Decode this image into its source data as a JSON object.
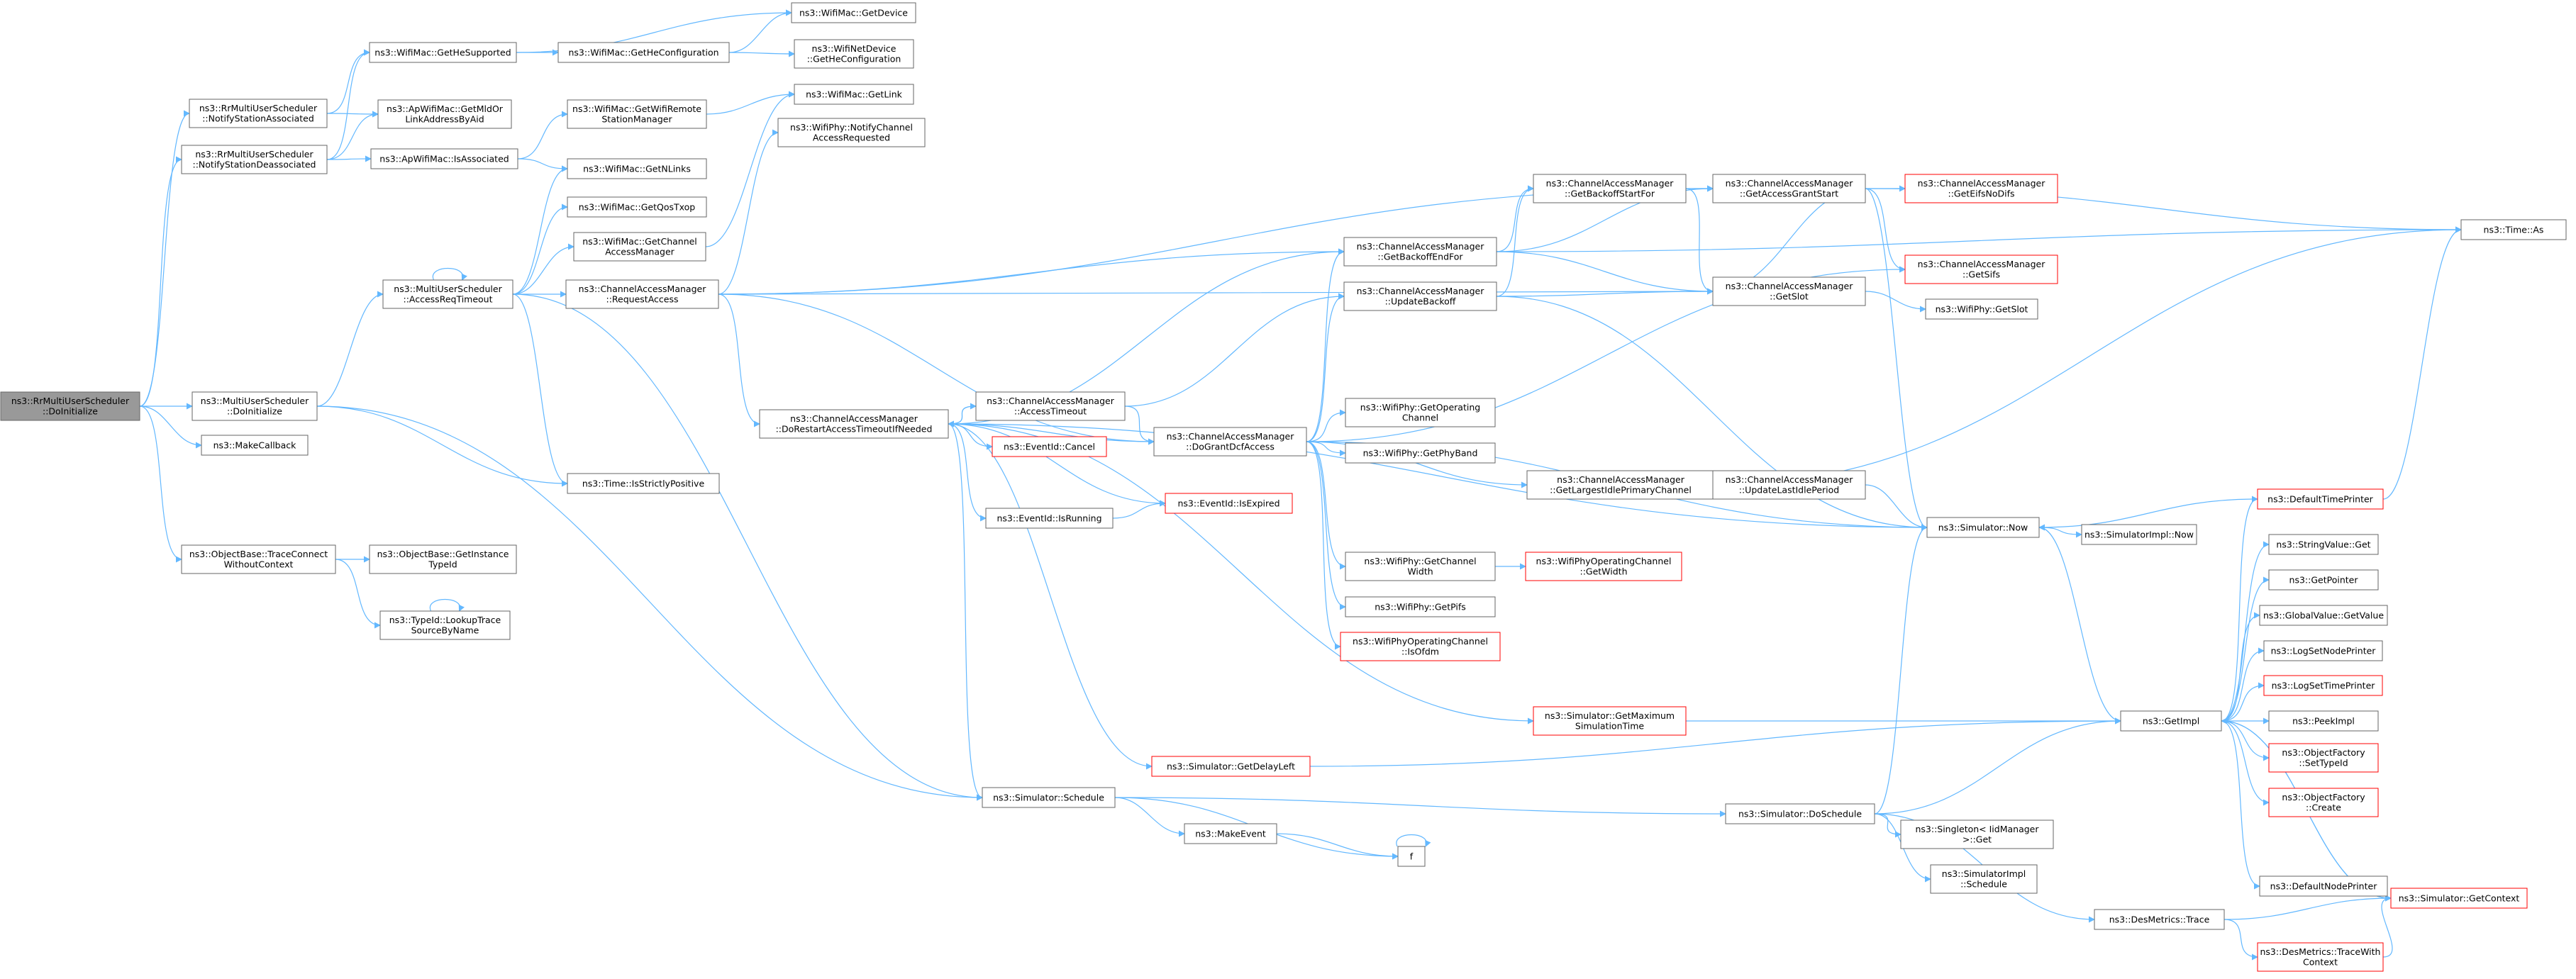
{
  "colors": {
    "edge": "#63b8ff",
    "box_border": "#666666",
    "box_border_truncated": "#ff0000",
    "box_fill": "#ffffff",
    "root_fill": "#999999"
  },
  "nodes": [
    {
      "id": "root",
      "lines": [
        "ns3::RrMultiUserScheduler",
        "::DoInitialize"
      ],
      "kind": "root"
    },
    {
      "id": "rr_notify_assoc",
      "lines": [
        "ns3::RrMultiUserScheduler",
        "::NotifyStationAssociated"
      ],
      "kind": "normal"
    },
    {
      "id": "rr_notify_deassoc",
      "lines": [
        "ns3::RrMultiUserScheduler",
        "::NotifyStationDeassociated"
      ],
      "kind": "normal"
    },
    {
      "id": "mus_doinit",
      "lines": [
        "ns3::MultiUserScheduler",
        "::DoInitialize"
      ],
      "kind": "normal"
    },
    {
      "id": "make_callback",
      "lines": [
        "ns3::MakeCallback"
      ],
      "kind": "normal"
    },
    {
      "id": "trace_connect",
      "lines": [
        "ns3::ObjectBase::TraceConnect",
        "WithoutContext"
      ],
      "kind": "normal"
    },
    {
      "id": "get_he_supported",
      "lines": [
        "ns3::WifiMac::GetHeSupported"
      ],
      "kind": "normal"
    },
    {
      "id": "get_mld_or_link",
      "lines": [
        "ns3::ApWifiMac::GetMldOr",
        "LinkAddressByAid"
      ],
      "kind": "normal"
    },
    {
      "id": "is_associated",
      "lines": [
        "ns3::ApWifiMac::IsAssociated"
      ],
      "kind": "normal"
    },
    {
      "id": "access_req_timeout",
      "lines": [
        "ns3::MultiUserScheduler",
        "::AccessReqTimeout"
      ],
      "kind": "normal"
    },
    {
      "id": "get_instance_typeid",
      "lines": [
        "ns3::ObjectBase::GetInstance",
        "TypeId"
      ],
      "kind": "normal"
    },
    {
      "id": "lookup_trace",
      "lines": [
        "ns3::TypeId::LookupTrace",
        "SourceByName"
      ],
      "kind": "normal"
    },
    {
      "id": "get_he_config",
      "lines": [
        "ns3::WifiMac::GetHeConfiguration"
      ],
      "kind": "normal"
    },
    {
      "id": "get_wifi_remote",
      "lines": [
        "ns3::WifiMac::GetWifiRemote",
        "StationManager"
      ],
      "kind": "normal"
    },
    {
      "id": "get_nlinks",
      "lines": [
        "ns3::WifiMac::GetNLinks"
      ],
      "kind": "normal"
    },
    {
      "id": "get_qos_txop",
      "lines": [
        "ns3::WifiMac::GetQosTxop"
      ],
      "kind": "normal"
    },
    {
      "id": "get_cam",
      "lines": [
        "ns3::WifiMac::GetChannel",
        "AccessManager"
      ],
      "kind": "normal"
    },
    {
      "id": "request_access",
      "lines": [
        "ns3::ChannelAccessManager",
        "::RequestAccess"
      ],
      "kind": "normal"
    },
    {
      "id": "is_strictly_positive",
      "lines": [
        "ns3::Time::IsStrictlyPositive"
      ],
      "kind": "normal"
    },
    {
      "id": "get_device",
      "lines": [
        "ns3::WifiMac::GetDevice"
      ],
      "kind": "normal"
    },
    {
      "id": "wnd_get_he_config",
      "lines": [
        "ns3::WifiNetDevice",
        "::GetHeConfiguration"
      ],
      "kind": "normal"
    },
    {
      "id": "get_link",
      "lines": [
        "ns3::WifiMac::GetLink"
      ],
      "kind": "normal"
    },
    {
      "id": "notify_car",
      "lines": [
        "ns3::WifiPhy::NotifyChannel",
        "AccessRequested"
      ],
      "kind": "normal"
    },
    {
      "id": "do_restart",
      "lines": [
        "ns3::ChannelAccessManager",
        "::DoRestartAccessTimeoutIfNeeded"
      ],
      "kind": "normal"
    },
    {
      "id": "access_timeout",
      "lines": [
        "ns3::ChannelAccessManager",
        "::AccessTimeout"
      ],
      "kind": "normal"
    },
    {
      "id": "eventid_cancel",
      "lines": [
        "ns3::EventId::Cancel"
      ],
      "kind": "truncated"
    },
    {
      "id": "eventid_is_running",
      "lines": [
        "ns3::EventId::IsRunning"
      ],
      "kind": "normal"
    },
    {
      "id": "eventid_is_expired",
      "lines": [
        "ns3::EventId::IsExpired"
      ],
      "kind": "truncated"
    },
    {
      "id": "do_grant",
      "lines": [
        "ns3::ChannelAccessManager",
        "::DoGrantDcfAccess"
      ],
      "kind": "normal"
    },
    {
      "id": "get_backoff_end",
      "lines": [
        "ns3::ChannelAccessManager",
        "::GetBackoffEndFor"
      ],
      "kind": "normal"
    },
    {
      "id": "update_backoff",
      "lines": [
        "ns3::ChannelAccessManager",
        "::UpdateBackoff"
      ],
      "kind": "normal"
    },
    {
      "id": "get_operating_channel",
      "lines": [
        "ns3::WifiPhy::GetOperating",
        "Channel"
      ],
      "kind": "normal"
    },
    {
      "id": "get_phy_band",
      "lines": [
        "ns3::WifiPhy::GetPhyBand"
      ],
      "kind": "normal"
    },
    {
      "id": "get_largest_idle",
      "lines": [
        "ns3::ChannelAccessManager",
        "::GetLargestIdlePrimaryChannel"
      ],
      "kind": "normal"
    },
    {
      "id": "get_channel_width",
      "lines": [
        "ns3::WifiPhy::GetChannel",
        "Width"
      ],
      "kind": "normal"
    },
    {
      "id": "get_pifs",
      "lines": [
        "ns3::WifiPhy::GetPifs"
      ],
      "kind": "normal"
    },
    {
      "id": "is_ofdm",
      "lines": [
        "ns3::WifiPhyOperatingChannel",
        "::IsOfdm"
      ],
      "kind": "truncated"
    },
    {
      "id": "get_width",
      "lines": [
        "ns3::WifiPhyOperatingChannel",
        "::GetWidth"
      ],
      "kind": "truncated"
    },
    {
      "id": "get_backoff_start",
      "lines": [
        "ns3::ChannelAccessManager",
        "::GetBackoffStartFor"
      ],
      "kind": "normal"
    },
    {
      "id": "get_access_grant",
      "lines": [
        "ns3::ChannelAccessManager",
        "::GetAccessGrantStart"
      ],
      "kind": "normal"
    },
    {
      "id": "get_eifs",
      "lines": [
        "ns3::ChannelAccessManager",
        "::GetEifsNoDifs"
      ],
      "kind": "truncated"
    },
    {
      "id": "get_sifs",
      "lines": [
        "ns3::ChannelAccessManager",
        "::GetSifs"
      ],
      "kind": "truncated"
    },
    {
      "id": "get_slot",
      "lines": [
        "ns3::ChannelAccessManager",
        "::GetSlot"
      ],
      "kind": "normal"
    },
    {
      "id": "phy_get_slot",
      "lines": [
        "ns3::WifiPhy::GetSlot"
      ],
      "kind": "normal"
    },
    {
      "id": "update_last_idle",
      "lines": [
        "ns3::ChannelAccessManager",
        "::UpdateLastIdlePeriod"
      ],
      "kind": "normal"
    },
    {
      "id": "time_as",
      "lines": [
        "ns3::Time::As"
      ],
      "kind": "normal"
    },
    {
      "id": "sim_now",
      "lines": [
        "ns3::Simulator::Now"
      ],
      "kind": "normal"
    },
    {
      "id": "simimpl_now",
      "lines": [
        "ns3::SimulatorImpl::Now"
      ],
      "kind": "normal"
    },
    {
      "id": "default_time_printer",
      "lines": [
        "ns3::DefaultTimePrinter"
      ],
      "kind": "truncated"
    },
    {
      "id": "sim_get_max",
      "lines": [
        "ns3::Simulator::GetMaximum",
        "SimulationTime"
      ],
      "kind": "truncated"
    },
    {
      "id": "sim_get_delay_left",
      "lines": [
        "ns3::Simulator::GetDelayLeft"
      ],
      "kind": "truncated"
    },
    {
      "id": "sim_schedule",
      "lines": [
        "ns3::Simulator::Schedule"
      ],
      "kind": "normal"
    },
    {
      "id": "make_event",
      "lines": [
        "ns3::MakeEvent"
      ],
      "kind": "normal"
    },
    {
      "id": "f",
      "lines": [
        "f"
      ],
      "kind": "normal"
    },
    {
      "id": "sim_do_schedule",
      "lines": [
        "ns3::Simulator::DoSchedule"
      ],
      "kind": "normal"
    },
    {
      "id": "singleton_get",
      "lines": [
        "ns3::Singleton< IidManager",
        "  >::Get"
      ],
      "kind": "normal"
    },
    {
      "id": "simimpl_schedule",
      "lines": [
        "ns3::SimulatorImpl",
        "::Schedule"
      ],
      "kind": "normal"
    },
    {
      "id": "des_trace",
      "lines": [
        "ns3::DesMetrics::Trace"
      ],
      "kind": "normal"
    },
    {
      "id": "des_trace_ctx",
      "lines": [
        "ns3::DesMetrics::TraceWith",
        "Context"
      ],
      "kind": "truncated"
    },
    {
      "id": "get_impl",
      "lines": [
        "ns3::GetImpl"
      ],
      "kind": "normal"
    },
    {
      "id": "string_value_get",
      "lines": [
        "ns3::StringValue::Get"
      ],
      "kind": "normal"
    },
    {
      "id": "get_pointer",
      "lines": [
        "ns3::GetPointer"
      ],
      "kind": "normal"
    },
    {
      "id": "global_value_get",
      "lines": [
        "ns3::GlobalValue::GetValue"
      ],
      "kind": "normal"
    },
    {
      "id": "log_set_node",
      "lines": [
        "ns3::LogSetNodePrinter"
      ],
      "kind": "normal"
    },
    {
      "id": "log_set_time",
      "lines": [
        "ns3::LogSetTimePrinter"
      ],
      "kind": "truncated"
    },
    {
      "id": "peek_impl",
      "lines": [
        "ns3::PeekImpl"
      ],
      "kind": "normal"
    },
    {
      "id": "of_set_typeid",
      "lines": [
        "ns3::ObjectFactory",
        "::SetTypeId"
      ],
      "kind": "truncated"
    },
    {
      "id": "of_create",
      "lines": [
        "ns3::ObjectFactory",
        "::Create"
      ],
      "kind": "truncated"
    },
    {
      "id": "default_node_printer",
      "lines": [
        "ns3::DefaultNodePrinter"
      ],
      "kind": "normal"
    },
    {
      "id": "sim_get_context",
      "lines": [
        "ns3::Simulator::GetContext"
      ],
      "kind": "truncated"
    }
  ],
  "edges": [
    [
      "root",
      "rr_notify_assoc"
    ],
    [
      "root",
      "rr_notify_deassoc"
    ],
    [
      "root",
      "mus_doinit"
    ],
    [
      "root",
      "make_callback"
    ],
    [
      "root",
      "trace_connect"
    ],
    [
      "rr_notify_assoc",
      "get_he_supported"
    ],
    [
      "rr_notify_assoc",
      "get_mld_or_link"
    ],
    [
      "rr_notify_deassoc",
      "get_he_supported"
    ],
    [
      "rr_notify_deassoc",
      "get_mld_or_link"
    ],
    [
      "rr_notify_deassoc",
      "is_associated"
    ],
    [
      "get_he_supported",
      "get_he_config"
    ],
    [
      "get_he_supported",
      "get_device"
    ],
    [
      "get_he_config",
      "get_device"
    ],
    [
      "get_he_config",
      "wnd_get_he_config"
    ],
    [
      "is_associated",
      "get_wifi_remote"
    ],
    [
      "is_associated",
      "get_nlinks"
    ],
    [
      "get_wifi_remote",
      "get_link"
    ],
    [
      "mus_doinit",
      "access_req_timeout"
    ],
    [
      "mus_doinit",
      "is_strictly_positive"
    ],
    [
      "mus_doinit",
      "sim_schedule"
    ],
    [
      "access_req_timeout",
      "access_req_timeout"
    ],
    [
      "access_req_timeout",
      "get_nlinks"
    ],
    [
      "access_req_timeout",
      "get_qos_txop"
    ],
    [
      "access_req_timeout",
      "get_cam"
    ],
    [
      "access_req_timeout",
      "request_access"
    ],
    [
      "access_req_timeout",
      "is_strictly_positive"
    ],
    [
      "access_req_timeout",
      "sim_schedule"
    ],
    [
      "get_cam",
      "get_link"
    ],
    [
      "request_access",
      "notify_car"
    ],
    [
      "request_access",
      "do_restart"
    ],
    [
      "request_access",
      "do_grant"
    ],
    [
      "request_access",
      "get_backoff_end"
    ],
    [
      "request_access",
      "get_slot"
    ],
    [
      "request_access",
      "get_access_grant"
    ],
    [
      "trace_connect",
      "get_instance_typeid"
    ],
    [
      "trace_connect",
      "lookup_trace"
    ],
    [
      "lookup_trace",
      "lookup_trace"
    ],
    [
      "do_restart",
      "access_timeout"
    ],
    [
      "do_restart",
      "eventid_cancel"
    ],
    [
      "do_restart",
      "eventid_is_running"
    ],
    [
      "do_restart",
      "eventid_is_expired"
    ],
    [
      "do_restart",
      "get_backoff_end"
    ],
    [
      "do_restart",
      "sim_now"
    ],
    [
      "do_restart",
      "sim_get_max"
    ],
    [
      "do_restart",
      "sim_get_delay_left"
    ],
    [
      "do_restart",
      "sim_schedule"
    ],
    [
      "access_timeout",
      "do_restart"
    ],
    [
      "access_timeout",
      "do_grant"
    ],
    [
      "access_timeout",
      "update_backoff"
    ],
    [
      "eventid_is_running",
      "eventid_is_expired"
    ],
    [
      "do_grant",
      "get_backoff_end"
    ],
    [
      "do_grant",
      "update_backoff"
    ],
    [
      "do_grant",
      "get_operating_channel"
    ],
    [
      "do_grant",
      "get_phy_band"
    ],
    [
      "do_grant",
      "get_largest_idle"
    ],
    [
      "do_grant",
      "get_channel_width"
    ],
    [
      "do_grant",
      "get_pifs"
    ],
    [
      "do_grant",
      "is_ofdm"
    ],
    [
      "do_grant",
      "get_sifs"
    ],
    [
      "do_grant",
      "sim_now"
    ],
    [
      "do_grant",
      "do_restart"
    ],
    [
      "get_channel_width",
      "get_width"
    ],
    [
      "get_backoff_end",
      "get_backoff_start"
    ],
    [
      "get_backoff_end",
      "get_access_grant"
    ],
    [
      "get_backoff_end",
      "get_slot"
    ],
    [
      "get_backoff_end",
      "time_as"
    ],
    [
      "update_backoff",
      "get_backoff_start"
    ],
    [
      "update_backoff",
      "get_slot"
    ],
    [
      "update_backoff",
      "sim_now"
    ],
    [
      "get_backoff_start",
      "get_access_grant"
    ],
    [
      "get_backoff_start",
      "get_slot"
    ],
    [
      "get_access_grant",
      "get_eifs"
    ],
    [
      "get_access_grant",
      "get_sifs"
    ],
    [
      "get_access_grant",
      "get_slot"
    ],
    [
      "get_access_grant",
      "time_as"
    ],
    [
      "get_access_grant",
      "sim_now"
    ],
    [
      "get_slot",
      "phy_get_slot"
    ],
    [
      "get_largest_idle",
      "update_last_idle"
    ],
    [
      "get_largest_idle",
      "time_as"
    ],
    [
      "update_last_idle",
      "sim_now"
    ],
    [
      "sim_now",
      "get_impl"
    ],
    [
      "sim_now",
      "simimpl_now"
    ],
    [
      "default_time_printer",
      "sim_now"
    ],
    [
      "default_time_printer",
      "time_as"
    ],
    [
      "sim_get_max",
      "get_impl"
    ],
    [
      "sim_get_delay_left",
      "get_impl"
    ],
    [
      "sim_schedule",
      "make_event"
    ],
    [
      "sim_schedule",
      "f"
    ],
    [
      "sim_schedule",
      "sim_do_schedule"
    ],
    [
      "make_event",
      "f"
    ],
    [
      "f",
      "f"
    ],
    [
      "sim_do_schedule",
      "sim_now"
    ],
    [
      "sim_do_schedule",
      "get_impl"
    ],
    [
      "sim_do_schedule",
      "singleton_get"
    ],
    [
      "sim_do_schedule",
      "simimpl_schedule"
    ],
    [
      "sim_do_schedule",
      "des_trace"
    ],
    [
      "des_trace",
      "des_trace_ctx"
    ],
    [
      "des_trace",
      "sim_get_context"
    ],
    [
      "des_trace_ctx",
      "sim_get_context"
    ],
    [
      "get_impl",
      "default_time_printer"
    ],
    [
      "get_impl",
      "string_value_get"
    ],
    [
      "get_impl",
      "get_pointer"
    ],
    [
      "get_impl",
      "global_value_get"
    ],
    [
      "get_impl",
      "log_set_node"
    ],
    [
      "get_impl",
      "log_set_time"
    ],
    [
      "get_impl",
      "peek_impl"
    ],
    [
      "get_impl",
      "of_set_typeid"
    ],
    [
      "get_impl",
      "of_create"
    ],
    [
      "get_impl",
      "default_node_printer"
    ],
    [
      "get_impl",
      "sim_get_context"
    ],
    [
      "sim_get_context",
      "get_impl"
    ]
  ]
}
